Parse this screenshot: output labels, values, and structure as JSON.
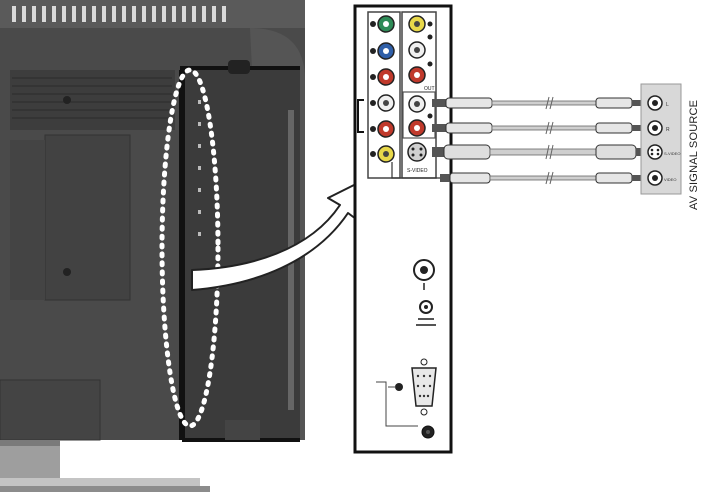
{
  "labels": {
    "signal_source": "AV SIGNAL SOURCE",
    "svideo": "S-VIDEO",
    "out": "OUT",
    "source_port_labels": [
      "L",
      "R",
      "S-VIDEO",
      "VIDEO"
    ]
  },
  "colors": {
    "tv_body": "#4a4a4a",
    "tv_panel": "#3b3b3b",
    "jack_green": "#2e8b57",
    "jack_blue": "#2f5fa8",
    "jack_red": "#c0392b",
    "jack_white": "#f0f0f0",
    "jack_yellow": "#e8d84a",
    "cable": "#bdbdbd",
    "source_box": "#d8d8d8"
  }
}
